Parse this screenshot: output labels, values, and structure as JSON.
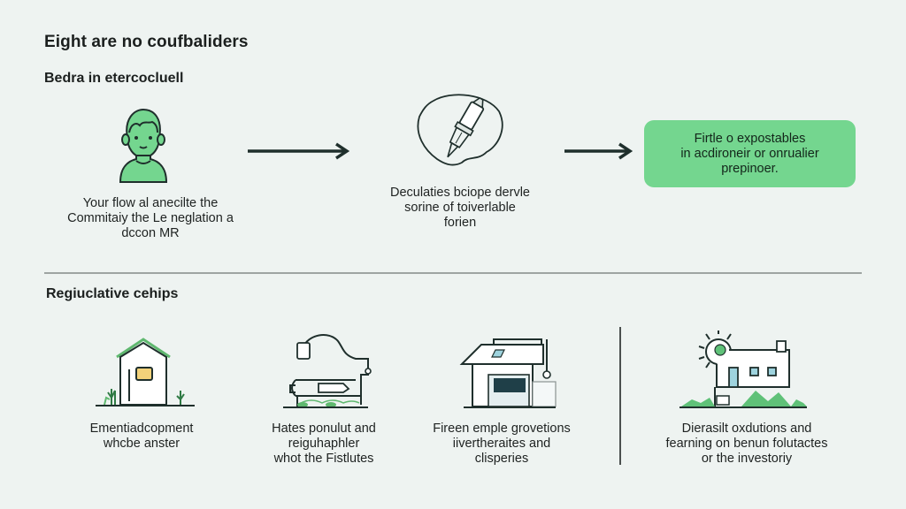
{
  "header": {
    "title": "Eight are no coufbaliders",
    "subtitle": "Bedra in etercocluell"
  },
  "flow": {
    "steps": [
      {
        "icon": "person-icon",
        "caption_lines": [
          "Your flow al anecilte the",
          "Commitaiy the Le neglation a",
          "dccon MR"
        ]
      },
      {
        "icon": "pen-in-circle-icon",
        "caption_lines": [
          "Deculaties bciope dervle",
          "sorine of toiverlable",
          "forien"
        ]
      },
      {
        "icon": "result-box",
        "caption_lines": [
          "Firtle o expostables",
          "in acdironeir or onrualier",
          "prepinoer."
        ]
      }
    ],
    "arrows": [
      "arrow-right-icon",
      "arrow-right-icon"
    ]
  },
  "section2": {
    "heading": "Regiuclative cehips",
    "items": [
      {
        "icon": "house-with-plants-icon",
        "caption_lines": [
          "Ementiadcopment",
          "whcbe anster"
        ]
      },
      {
        "icon": "factory-building-icon",
        "caption_lines": [
          "Hates ponulut and",
          "reiguhaphler",
          "whot the Fistlutes"
        ]
      },
      {
        "icon": "storefront-icon",
        "caption_lines": [
          "Fireen emple grovetions",
          "iivertheraites and",
          "clisperies"
        ]
      },
      {
        "icon": "solar-house-icon",
        "caption_lines": [
          "Dierasilt oxdutions and",
          "fearning on benun folutactes",
          "or the investoriy"
        ]
      }
    ]
  },
  "colors": {
    "background": "#eef3f1",
    "accent_green": "#74d68f",
    "ink": "#1f2f2c"
  }
}
